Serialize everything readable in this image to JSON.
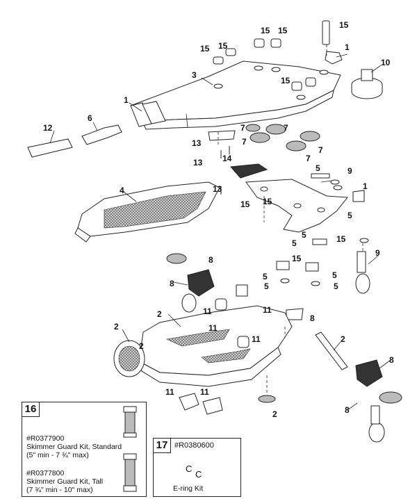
{
  "callouts": [
    {
      "id": "c15a",
      "text": "15"
    },
    {
      "id": "c15b",
      "text": "15"
    },
    {
      "id": "c15c",
      "text": "15"
    },
    {
      "id": "c15d",
      "text": "15"
    },
    {
      "id": "c15e",
      "text": "15"
    },
    {
      "id": "c15f",
      "text": "15"
    },
    {
      "id": "c15g",
      "text": "15"
    },
    {
      "id": "c15h",
      "text": "15"
    },
    {
      "id": "c15i",
      "text": "15"
    },
    {
      "id": "c15j",
      "text": "15"
    },
    {
      "id": "c1a",
      "text": "1"
    },
    {
      "id": "c1b",
      "text": "1"
    },
    {
      "id": "c1c",
      "text": "1"
    },
    {
      "id": "c10",
      "text": "10"
    },
    {
      "id": "c3",
      "text": "3"
    },
    {
      "id": "c6",
      "text": "6"
    },
    {
      "id": "c12",
      "text": "12"
    },
    {
      "id": "c7a",
      "text": "7"
    },
    {
      "id": "c7b",
      "text": "7"
    },
    {
      "id": "c7c",
      "text": "7"
    },
    {
      "id": "c7d",
      "text": "7"
    },
    {
      "id": "c7e",
      "text": "7"
    },
    {
      "id": "c13a",
      "text": "13"
    },
    {
      "id": "c13b",
      "text": "13"
    },
    {
      "id": "c13c",
      "text": "13"
    },
    {
      "id": "c14",
      "text": "14"
    },
    {
      "id": "c4",
      "text": "4"
    },
    {
      "id": "c5a",
      "text": "5"
    },
    {
      "id": "c5b",
      "text": "5"
    },
    {
      "id": "c5c",
      "text": "5"
    },
    {
      "id": "c5d",
      "text": "5"
    },
    {
      "id": "c5e",
      "text": "5"
    },
    {
      "id": "c5f",
      "text": "5"
    },
    {
      "id": "c5g",
      "text": "5"
    },
    {
      "id": "c5h",
      "text": "5"
    },
    {
      "id": "c9a",
      "text": "9"
    },
    {
      "id": "c9b",
      "text": "9"
    },
    {
      "id": "c8a",
      "text": "8"
    },
    {
      "id": "c8b",
      "text": "8"
    },
    {
      "id": "c8c",
      "text": "8"
    },
    {
      "id": "c8d",
      "text": "8"
    },
    {
      "id": "c8e",
      "text": "8"
    },
    {
      "id": "c11a",
      "text": "11"
    },
    {
      "id": "c11b",
      "text": "11"
    },
    {
      "id": "c11c",
      "text": "11"
    },
    {
      "id": "c11d",
      "text": "11"
    },
    {
      "id": "c11e",
      "text": "11"
    },
    {
      "id": "c11f",
      "text": "11"
    },
    {
      "id": "c2a",
      "text": "2"
    },
    {
      "id": "c2b",
      "text": "2"
    },
    {
      "id": "c2c",
      "text": "2"
    },
    {
      "id": "c2d",
      "text": "2"
    },
    {
      "id": "c2e",
      "text": "2"
    }
  ],
  "kit16": {
    "number": "16",
    "standard_part": "#R0377900",
    "standard_name": "Skimmer Guard Kit, Standard",
    "standard_range": "(5\" min - 7 ¾\" max)",
    "tall_part": "#R0377800",
    "tall_name": "Skimmer Guard Kit, Tall",
    "tall_range": "(7 ¾\" min - 10\" max)"
  },
  "kit17": {
    "number": "17",
    "part": "#R0380600",
    "name": "E-ring Kit",
    "ring_glyph": "C"
  }
}
